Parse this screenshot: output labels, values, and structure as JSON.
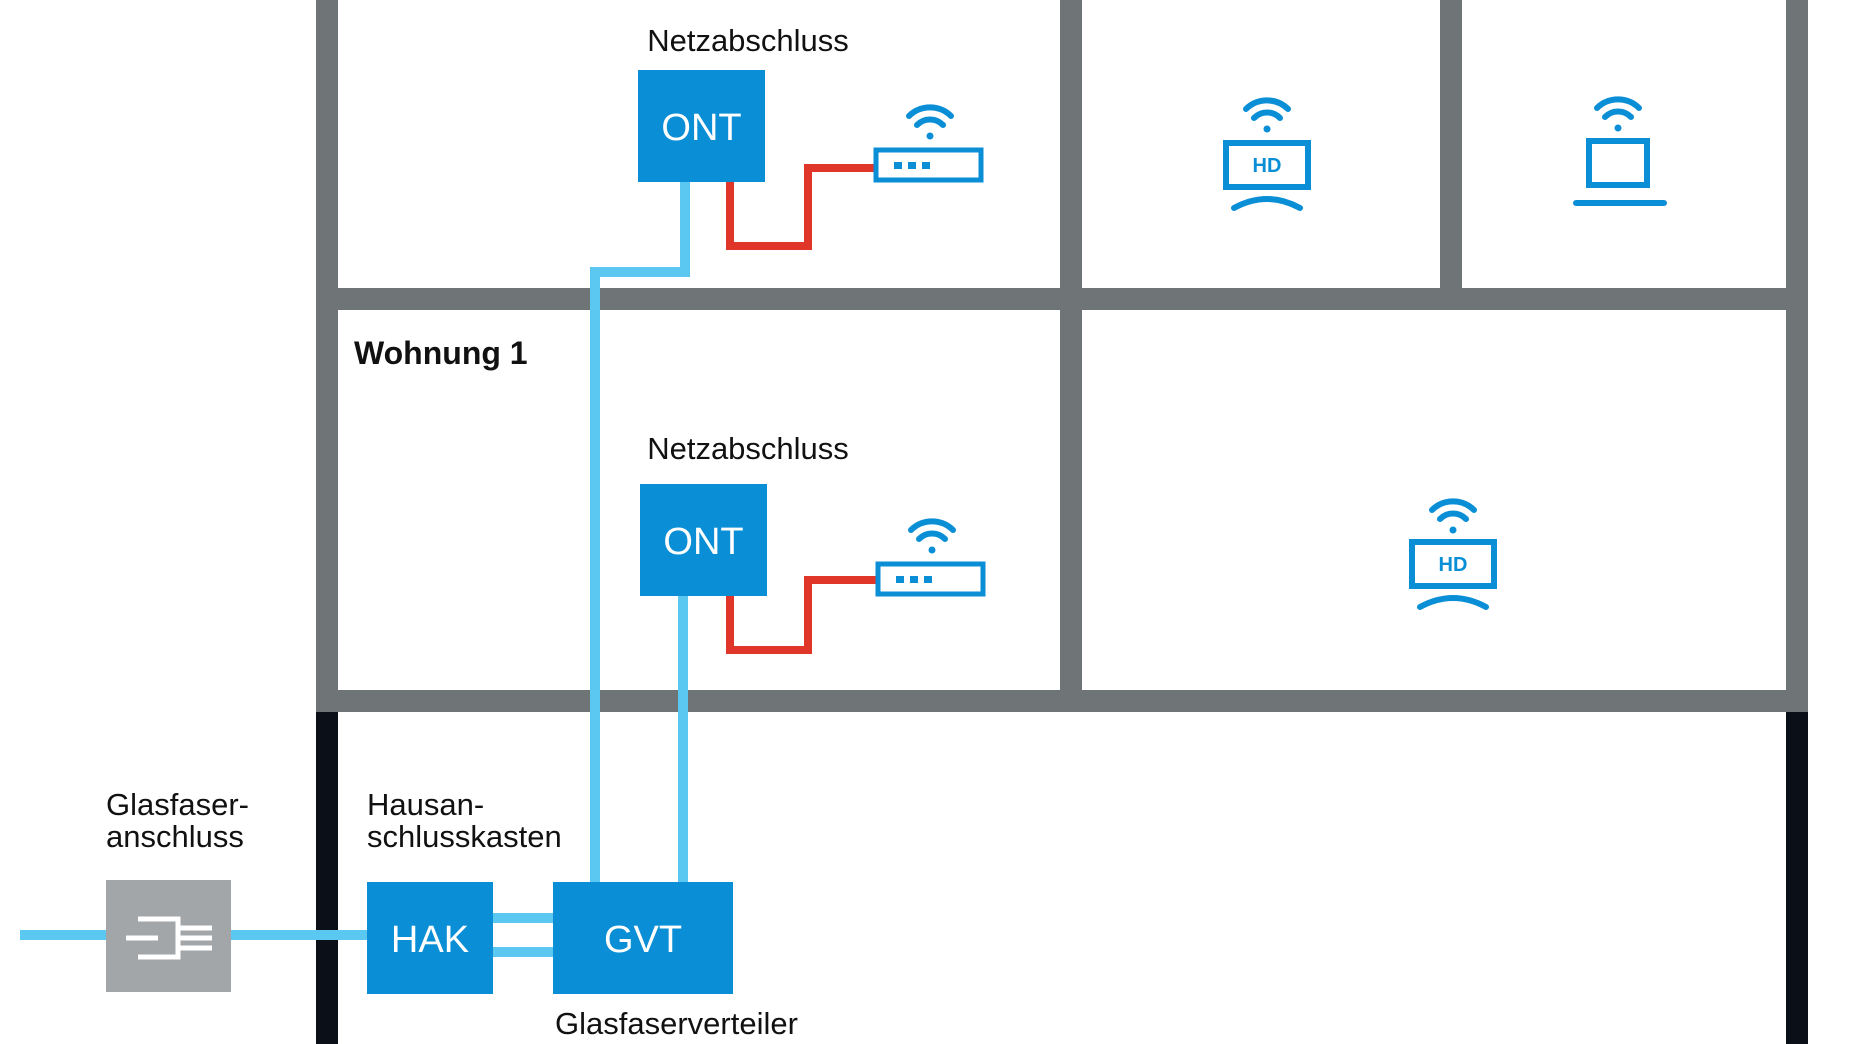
{
  "labels": {
    "netzabschluss_top": "Netzabschluss",
    "netzabschluss_mid": "Netzabschluss",
    "wohnung": "Wohnung 1",
    "glasfaser_line1": "Glasfaser-",
    "glasfaser_line2": "anschluss",
    "hausan_line1": "Hausan-",
    "hausan_line2": "schlusskasten",
    "glasfaserverteiler": "Glasfaserverteiler"
  },
  "boxes": {
    "ont_top": "ONT",
    "ont_mid": "ONT",
    "hak": "HAK",
    "gvt": "GVT"
  },
  "devices": {
    "tv_top": "HD",
    "tv_mid": "HD"
  },
  "colors": {
    "wall": "#6f7477",
    "basement_wall": "#0b1018",
    "box_blue": "#0a8fd6",
    "fiber": "#5ac8f0",
    "ethernet": "#e0362a",
    "device_blue": "#0a8fd6",
    "connector_gray": "#a3a6a8"
  }
}
